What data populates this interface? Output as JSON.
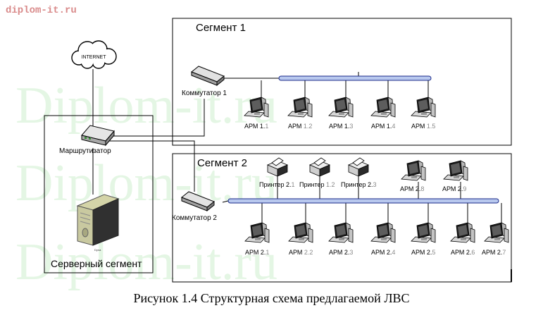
{
  "watermark": {
    "top": "diplom-it.ru",
    "big": "Diplom-it.ru"
  },
  "caption": "Рисунок 1.4 Структурная схема предлагаемой ЛВС",
  "internet": "INTERNET",
  "router": "Маршрутизатор",
  "server_segment": "Серверный сегмент",
  "server_small": "Dyna",
  "segment1": {
    "title": "Сегмент 1",
    "switch": "Коммутатор 1",
    "workstations": [
      {
        "pre": "АРМ 1.",
        "suf": "1"
      },
      {
        "pre": "АРМ ",
        "suf": "1.2"
      },
      {
        "pre": "АРМ 1.",
        "suf": "3"
      },
      {
        "pre": "АРМ 1.",
        "suf": "4"
      },
      {
        "pre": "АРМ ",
        "suf": "1.5"
      }
    ]
  },
  "segment2": {
    "title": "Сегмент 2",
    "switch": "Коммутатор 2",
    "printers": [
      {
        "pre": "Принтер 2.",
        "suf": "1"
      },
      {
        "pre": "Принтер ",
        "suf": "1.2"
      },
      {
        "pre": "Принтер 2.",
        "suf": "3"
      }
    ],
    "upper_workstations": [
      {
        "pre": "АРМ 2.",
        "suf": "8"
      },
      {
        "pre": "АРМ 2.",
        "suf": "9"
      }
    ],
    "lower_workstations": [
      {
        "pre": "АРМ 2.",
        "suf": "1"
      },
      {
        "pre": "АРМ ",
        "suf": "2.2"
      },
      {
        "pre": "АРМ 2.",
        "suf": "3"
      },
      {
        "pre": "АРМ 2.",
        "suf": "4"
      },
      {
        "pre": "АРМ 2.",
        "suf": "5"
      },
      {
        "pre": "АРМ 2.",
        "suf": "6"
      },
      {
        "pre": "АРМ 2.",
        "suf": "7"
      }
    ]
  }
}
